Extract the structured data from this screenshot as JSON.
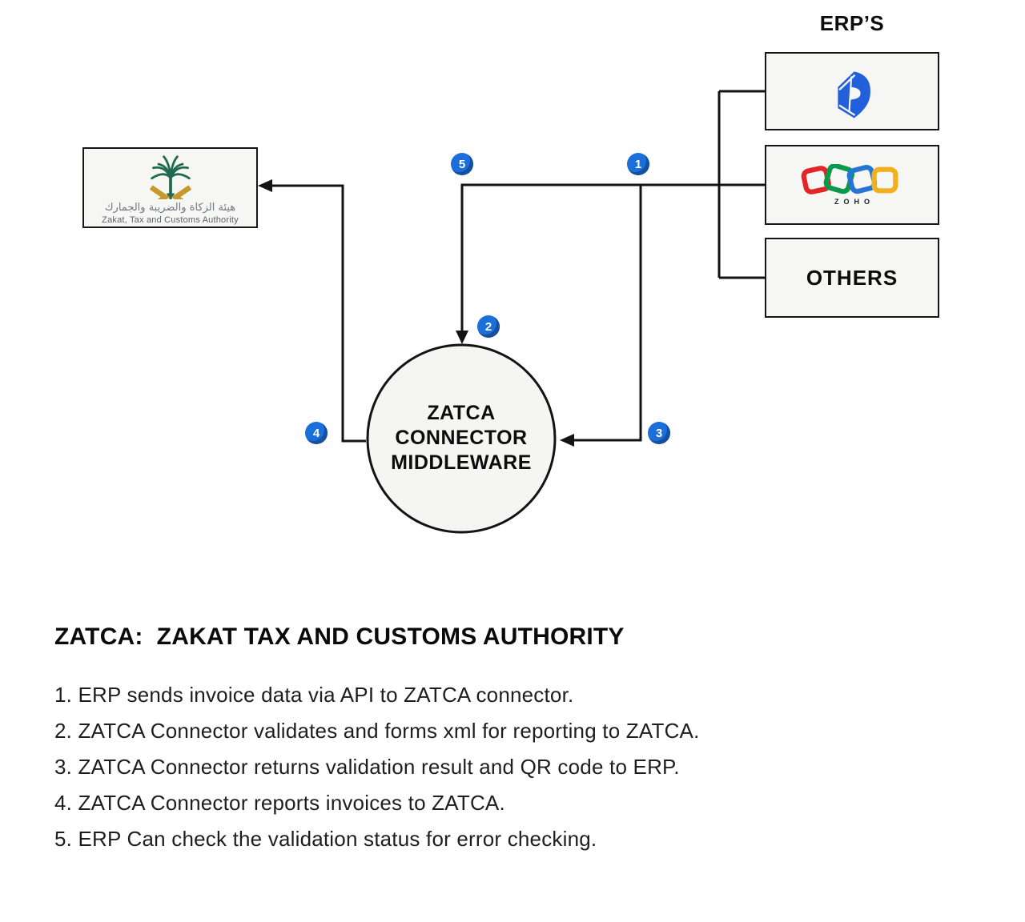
{
  "diagram": {
    "erp_group_title": "ERP’S",
    "erp_boxes": {
      "dynamics_icon": "dynamics-365-logo",
      "zoho_icon": "zoho-logo",
      "zoho_wordmark": "ZOHO",
      "others_label": "OTHERS"
    },
    "zatca_box": {
      "emblem_icon": "zatca-palm-emblem",
      "arabic": "هيئة الزكاة والضريبة والجمارك",
      "english": "Zakat, Tax and Customs Authority"
    },
    "middleware_label": "ZATCA\nCONNECTOR\nMIDDLEWARE",
    "badges": [
      "1",
      "2",
      "3",
      "4",
      "5"
    ]
  },
  "legend": {
    "heading": "ZATCA:  ZAKAT TAX AND CUSTOMS AUTHORITY",
    "items": [
      "1. ERP sends invoice data via API to ZATCA connector.",
      "2. ZATCA Connector validates and forms xml for reporting to ZATCA.",
      "3. ZATCA Connector returns validation result and QR code to ERP.",
      "4. ZATCA Connector reports invoices to ZATCA.",
      "5. ERP Can check the validation status for error checking."
    ]
  },
  "colors": {
    "badge_blue": "#1b6fdb",
    "badge_shadow_blue": "#15509f",
    "line_black": "#131313",
    "box_fill": "#f6f6f5",
    "dynamics_blue": "#2160da",
    "zoho_red": "#e42527",
    "zoho_green": "#089949",
    "zoho_blue": "#2675d4",
    "zoho_yellow": "#f3b01c",
    "zatca_green": "#206a52",
    "zatca_gold": "#c6982e"
  }
}
